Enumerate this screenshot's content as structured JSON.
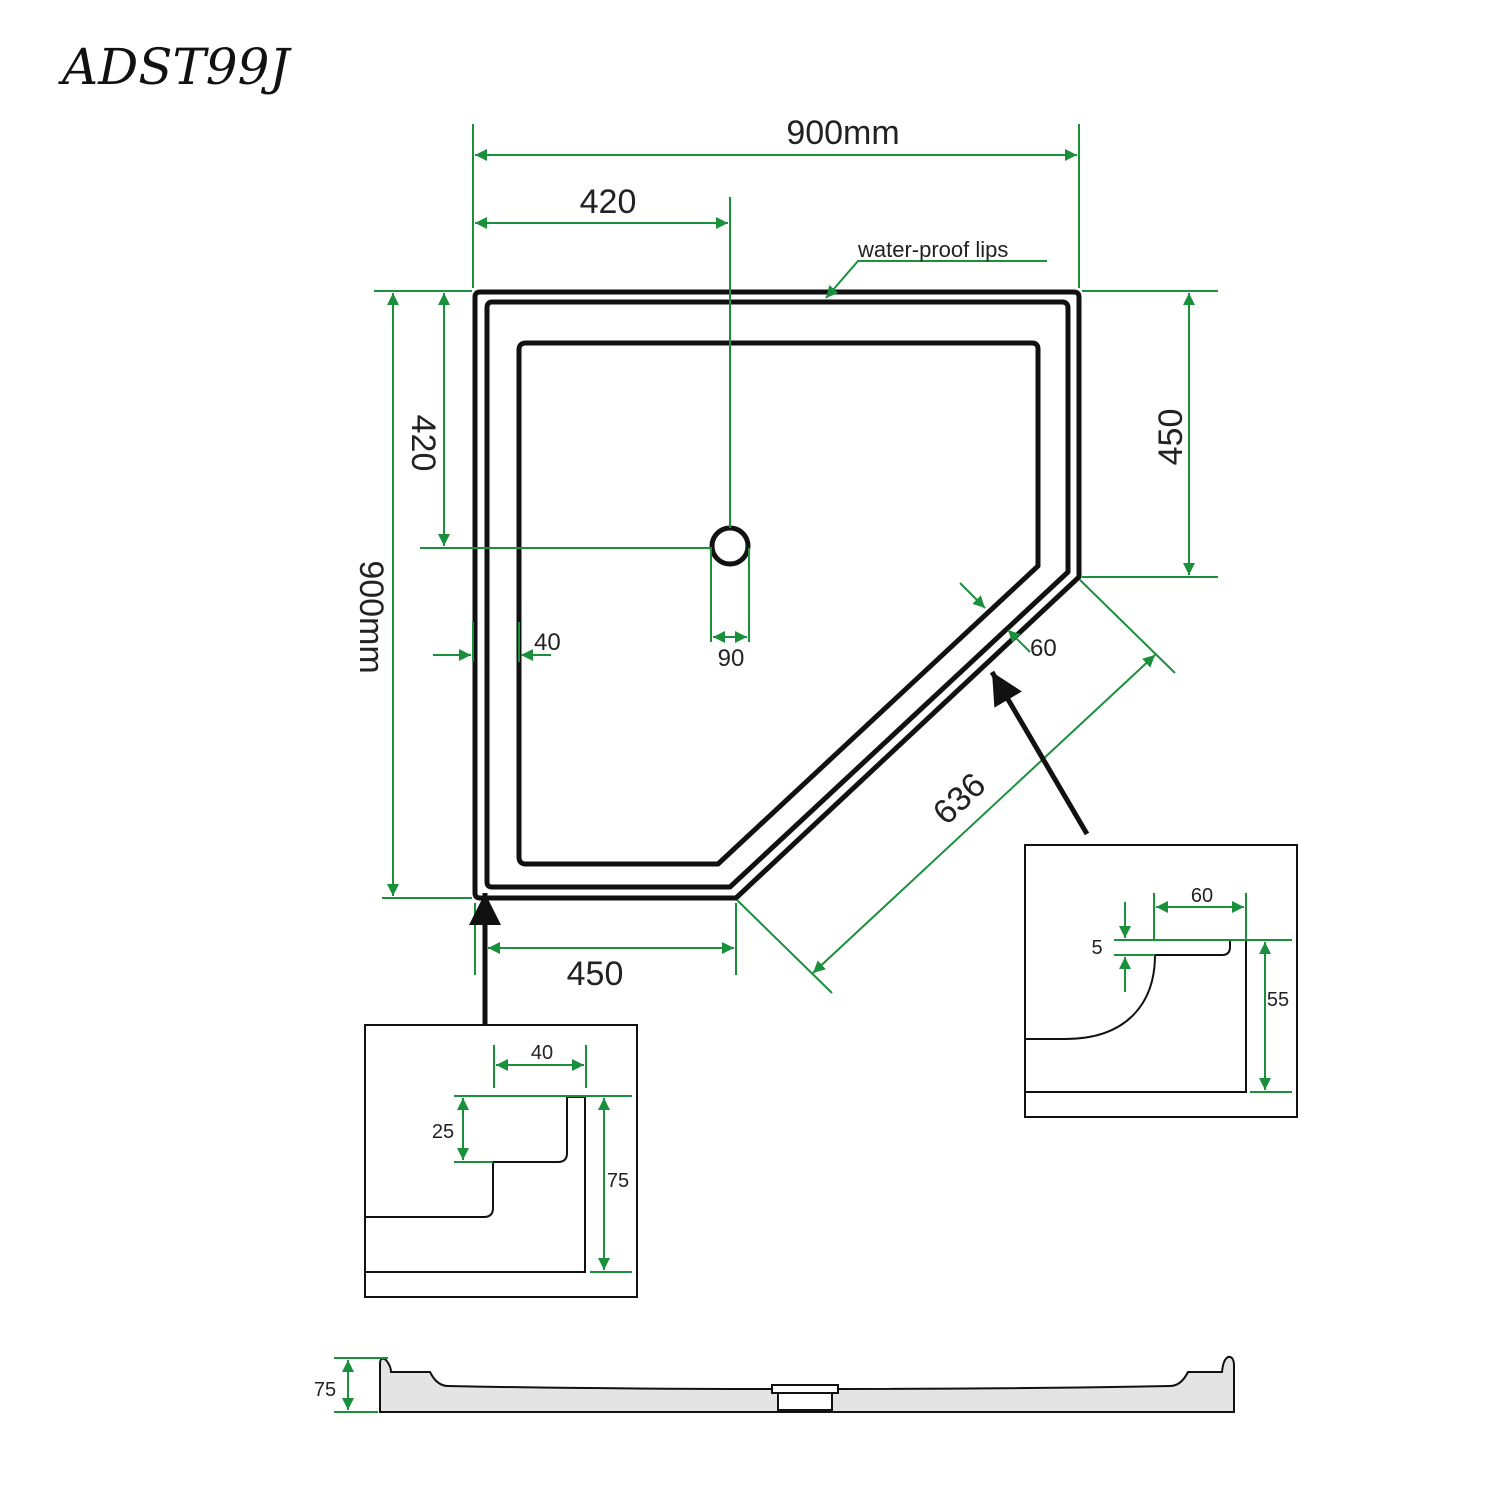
{
  "title": "ADST99J",
  "dimensions": {
    "top_width": "900mm",
    "waste_offset_x": "420",
    "waterproof_label": "water-proof lips",
    "left_height": "900mm",
    "waste_offset_y": "420",
    "right_side": "450",
    "bottom_side": "450",
    "diagonal": "636",
    "lip_width_diagonal": "60",
    "lip_width_side": "40",
    "waste_diameter": "90"
  },
  "detail_left": {
    "lip_width": "40",
    "step_depth": "25",
    "total_height": "75"
  },
  "detail_right": {
    "lip_width": "60",
    "lip_height": "5",
    "total_height": "55"
  },
  "side_profile": {
    "height": "75"
  },
  "colors": {
    "dimension_lines": "#1a8f3c",
    "outlines": "#111111"
  }
}
